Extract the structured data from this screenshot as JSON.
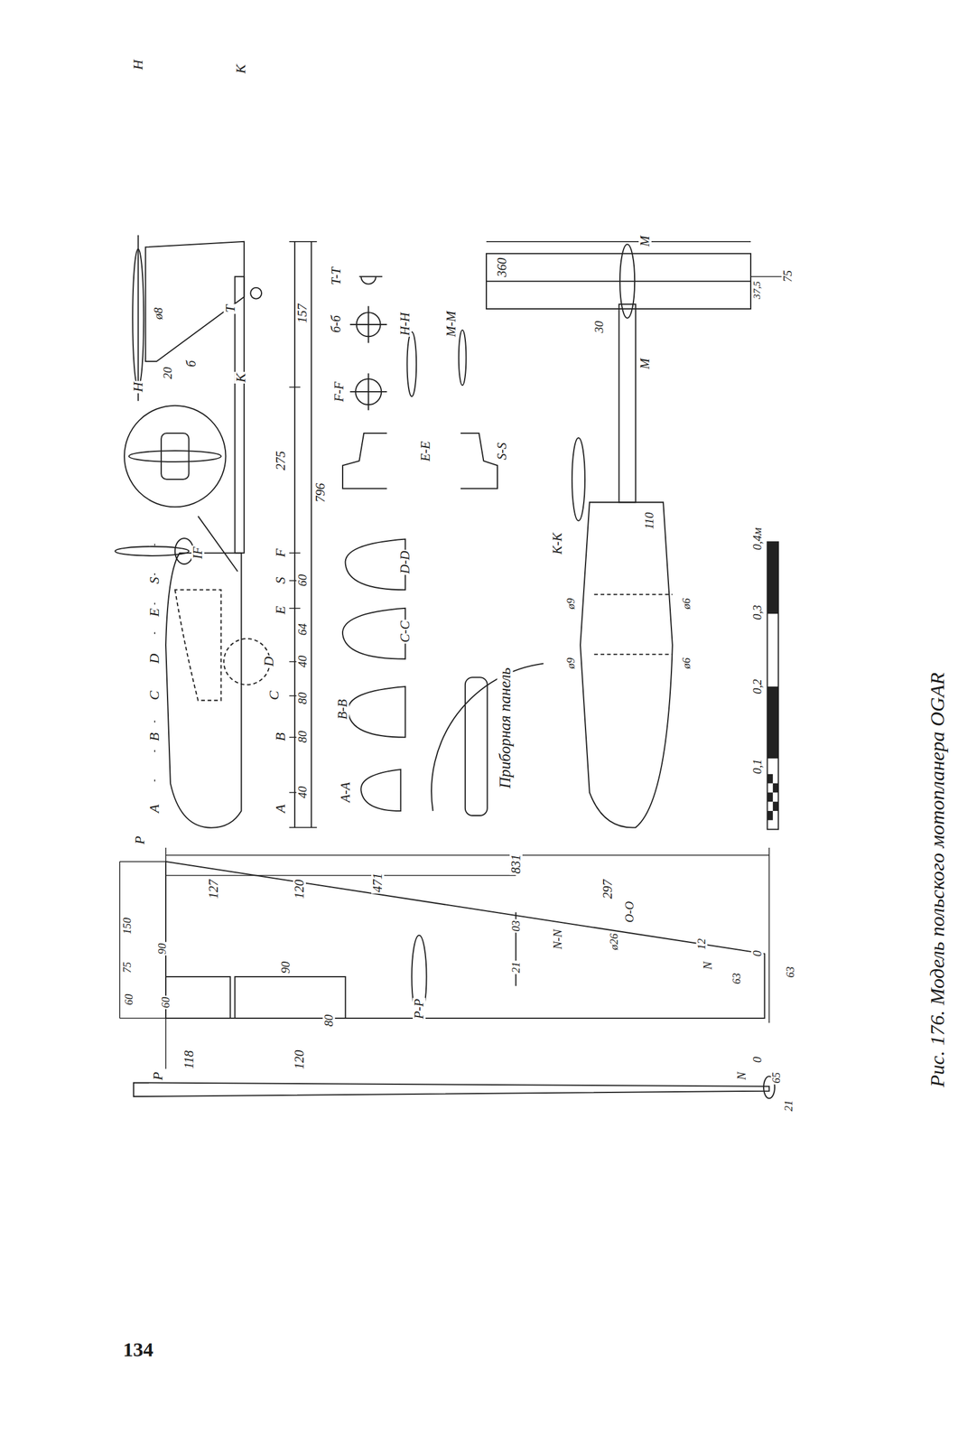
{
  "diagram": {
    "caption": "Рис. 176. Модель польского мотопланера OGAR",
    "labels": [
      "134",
      "H",
      "H",
      "K",
      "K",
      "T",
      "б",
      "ø8",
      "20",
      "IF",
      "S",
      "E",
      "D",
      "C",
      "B",
      "A",
      "F",
      "S",
      "E",
      "D",
      "C",
      "B",
      "A",
      "157",
      "275",
      "60",
      "64",
      "40",
      "80",
      "80",
      "40",
      "796",
      "T-T",
      "б-б",
      "F-F",
      "E-E",
      "H-H",
      "M-M",
      "S-S",
      "K-K",
      "D-D",
      "C-C",
      "B-B",
      "A-A",
      "Приборная панель",
      "360",
      "30",
      "M",
      "M",
      "37,5",
      "75",
      "110",
      "ø9",
      "ø6",
      "ø9",
      "ø6",
      "0,1",
      "0,2",
      "0,3",
      "0,4м",
      "P",
      "P",
      "831",
      "471",
      "127",
      "120",
      "297",
      "150",
      "90",
      "75",
      "60",
      "60",
      "90",
      "80",
      "118",
      "120",
      "P-P",
      "03",
      "21",
      "N-N",
      "O-O",
      "ø26",
      "12",
      "N",
      "0",
      "63",
      "63",
      "N",
      "0",
      "65",
      "21"
    ]
  }
}
